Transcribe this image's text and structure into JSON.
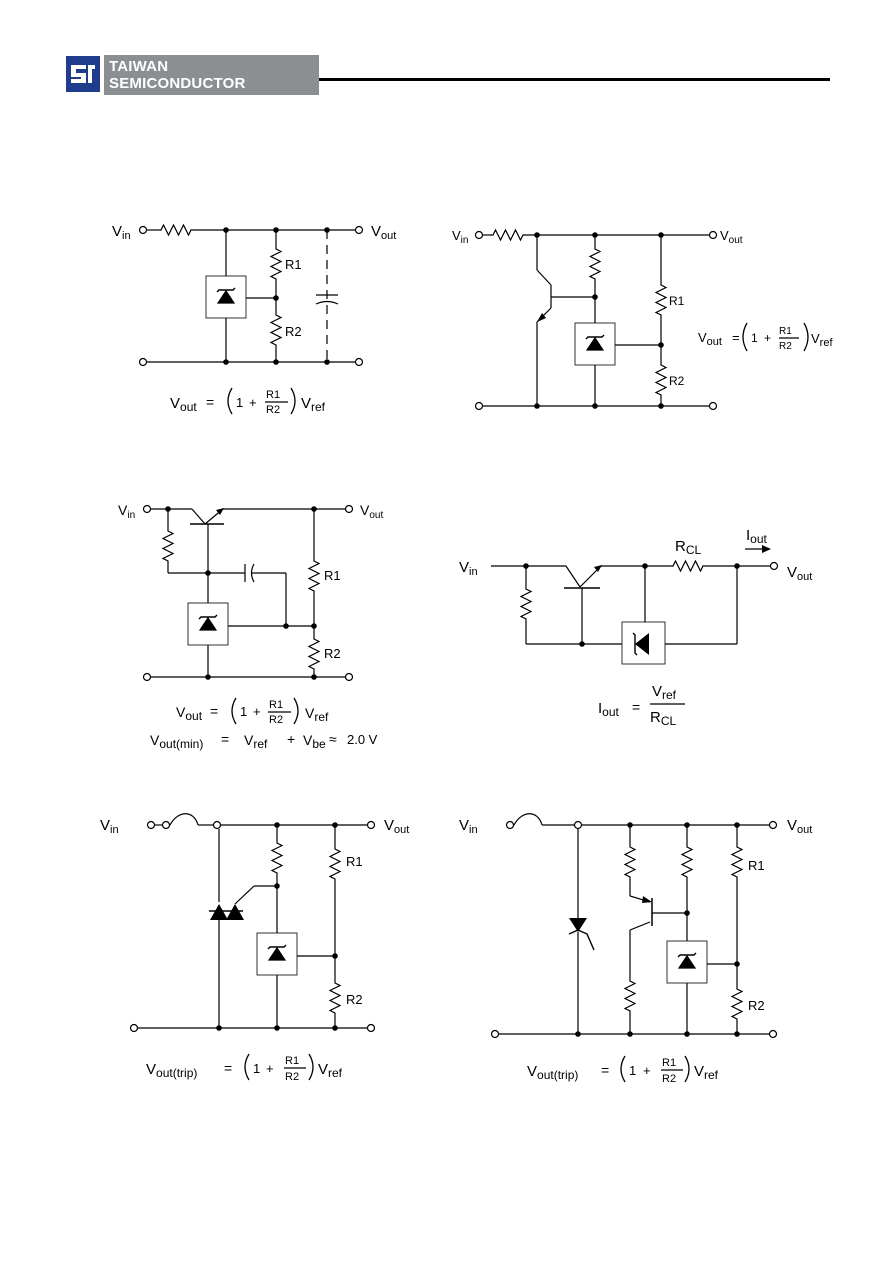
{
  "header": {
    "company_line1": "TAIWAN",
    "company_line2": "SEMICONDUCTOR"
  },
  "labels": {
    "v": "V",
    "in": "in",
    "out": "out",
    "r1": "R1",
    "r2": "R2",
    "ref": "ref",
    "be": "be",
    "r": "R",
    "cl": "CL",
    "i": "I",
    "one": "1",
    "plus": "+",
    "eq": "=",
    "approx": "≈",
    "two_volt": "2.0 V",
    "out_min": "out(min)",
    "out_trip": "out(trip)"
  }
}
